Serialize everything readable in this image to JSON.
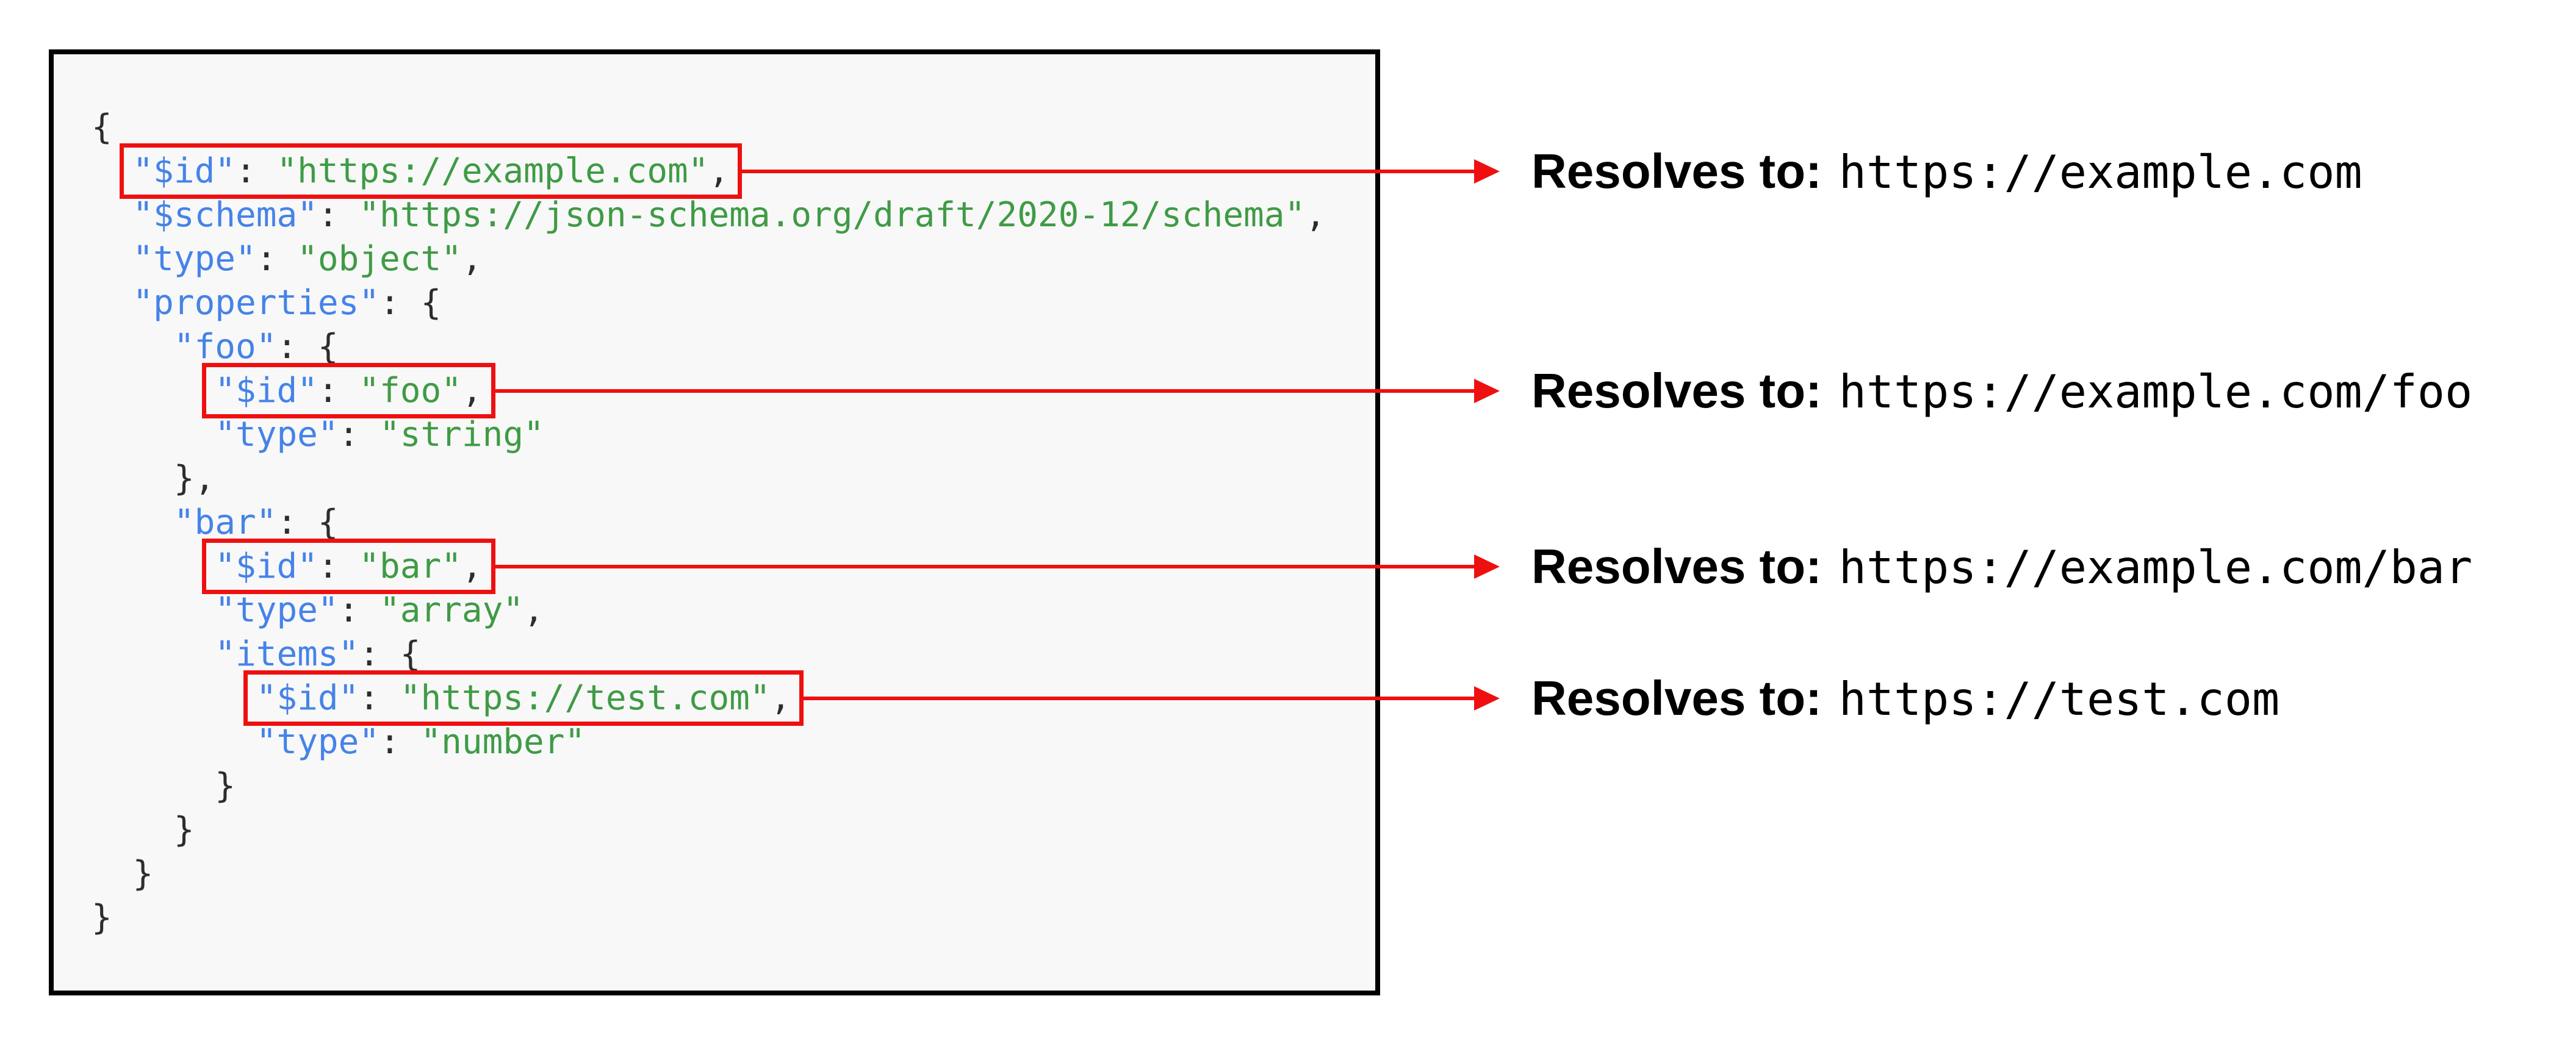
{
  "page": {
    "background": "#ffffff"
  },
  "colors": {
    "accent_red": "#ee1010",
    "panel_border": "#000000",
    "panel_background": "#f8f8f8",
    "key_color": "#4583e8",
    "string_color": "#3f9b45",
    "punctuation_color": "#2d2d2d",
    "annotation_text": "#000000"
  },
  "code_panel": {
    "language": "json",
    "lines": [
      {
        "indent": 0,
        "parts": [
          [
            "punc",
            "{"
          ]
        ]
      },
      {
        "indent": 2,
        "highlight": "h-root",
        "parts": [
          [
            "key",
            "\"$id\""
          ],
          [
            "punc",
            ": "
          ],
          [
            "str",
            "\"https://example.com\""
          ],
          [
            "punc",
            ","
          ]
        ]
      },
      {
        "indent": 2,
        "parts": [
          [
            "key",
            "\"$schema\""
          ],
          [
            "punc",
            ": "
          ],
          [
            "str",
            "\"https://json-schema.org/draft/2020-12/schema\""
          ],
          [
            "punc",
            ","
          ]
        ]
      },
      {
        "indent": 2,
        "parts": [
          [
            "key",
            "\"type\""
          ],
          [
            "punc",
            ": "
          ],
          [
            "str",
            "\"object\""
          ],
          [
            "punc",
            ","
          ]
        ]
      },
      {
        "indent": 2,
        "parts": [
          [
            "key",
            "\"properties\""
          ],
          [
            "punc",
            ": {"
          ]
        ]
      },
      {
        "indent": 4,
        "parts": [
          [
            "key",
            "\"foo\""
          ],
          [
            "punc",
            ": {"
          ]
        ]
      },
      {
        "indent": 6,
        "highlight": "h-foo",
        "parts": [
          [
            "key",
            "\"$id\""
          ],
          [
            "punc",
            ": "
          ],
          [
            "str",
            "\"foo\""
          ],
          [
            "punc",
            ","
          ]
        ]
      },
      {
        "indent": 6,
        "parts": [
          [
            "key",
            "\"type\""
          ],
          [
            "punc",
            ": "
          ],
          [
            "str",
            "\"string\""
          ]
        ]
      },
      {
        "indent": 4,
        "parts": [
          [
            "punc",
            "},"
          ]
        ]
      },
      {
        "indent": 4,
        "parts": [
          [
            "key",
            "\"bar\""
          ],
          [
            "punc",
            ": {"
          ]
        ]
      },
      {
        "indent": 6,
        "highlight": "h-bar",
        "parts": [
          [
            "key",
            "\"$id\""
          ],
          [
            "punc",
            ": "
          ],
          [
            "str",
            "\"bar\""
          ],
          [
            "punc",
            ","
          ]
        ]
      },
      {
        "indent": 6,
        "parts": [
          [
            "key",
            "\"type\""
          ],
          [
            "punc",
            ": "
          ],
          [
            "str",
            "\"array\""
          ],
          [
            "punc",
            ","
          ]
        ]
      },
      {
        "indent": 6,
        "parts": [
          [
            "key",
            "\"items\""
          ],
          [
            "punc",
            ": {"
          ]
        ]
      },
      {
        "indent": 8,
        "highlight": "h-test",
        "parts": [
          [
            "key",
            "\"$id\""
          ],
          [
            "punc",
            ": "
          ],
          [
            "str",
            "\"https://test.com\""
          ],
          [
            "punc",
            ","
          ]
        ]
      },
      {
        "indent": 8,
        "parts": [
          [
            "key",
            "\"type\""
          ],
          [
            "punc",
            ": "
          ],
          [
            "str",
            "\"number\""
          ]
        ]
      },
      {
        "indent": 6,
        "parts": [
          [
            "punc",
            "}"
          ]
        ]
      },
      {
        "indent": 4,
        "parts": [
          [
            "punc",
            "}"
          ]
        ]
      },
      {
        "indent": 2,
        "parts": [
          [
            "punc",
            "}"
          ]
        ]
      },
      {
        "indent": 0,
        "parts": [
          [
            "punc",
            "}"
          ]
        ]
      }
    ]
  },
  "annotations": [
    {
      "target": "h-root",
      "label": "Resolves to:",
      "value": "https://example.com"
    },
    {
      "target": "h-foo",
      "label": "Resolves to:",
      "value": "https://example.com/foo"
    },
    {
      "target": "h-bar",
      "label": "Resolves to:",
      "value": "https://example.com/bar"
    },
    {
      "target": "h-test",
      "label": "Resolves to:",
      "value": "https://test.com"
    }
  ]
}
